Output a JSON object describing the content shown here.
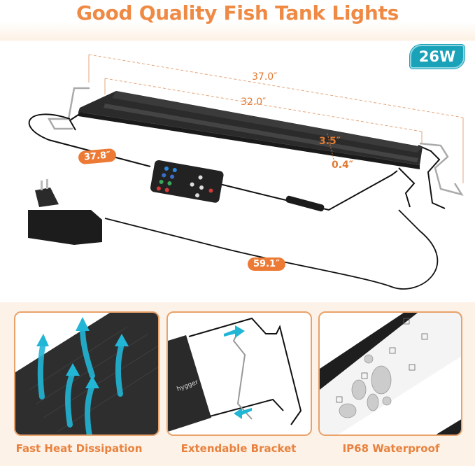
{
  "header": {
    "title": "Good Quality Fish Tank Lights"
  },
  "badge": {
    "power": "26W"
  },
  "dimensions": {
    "overall_length": "37.0″",
    "body_length": "32.0″",
    "width": "3.5″",
    "height": "0.4″",
    "controller_cable": "37.8″",
    "power_cable": "59.1″"
  },
  "features": [
    {
      "caption": "Fast Heat Dissipation"
    },
    {
      "caption": "Extendable Bracket",
      "brand": "hygger"
    },
    {
      "caption": "IP68 Waterproof"
    }
  ],
  "colors": {
    "accent_orange": "#ef8a45",
    "badge_teal": "#1aa2b9",
    "panel_bg": "#fdf2e7",
    "arrow_cyan": "#22b6d6"
  }
}
